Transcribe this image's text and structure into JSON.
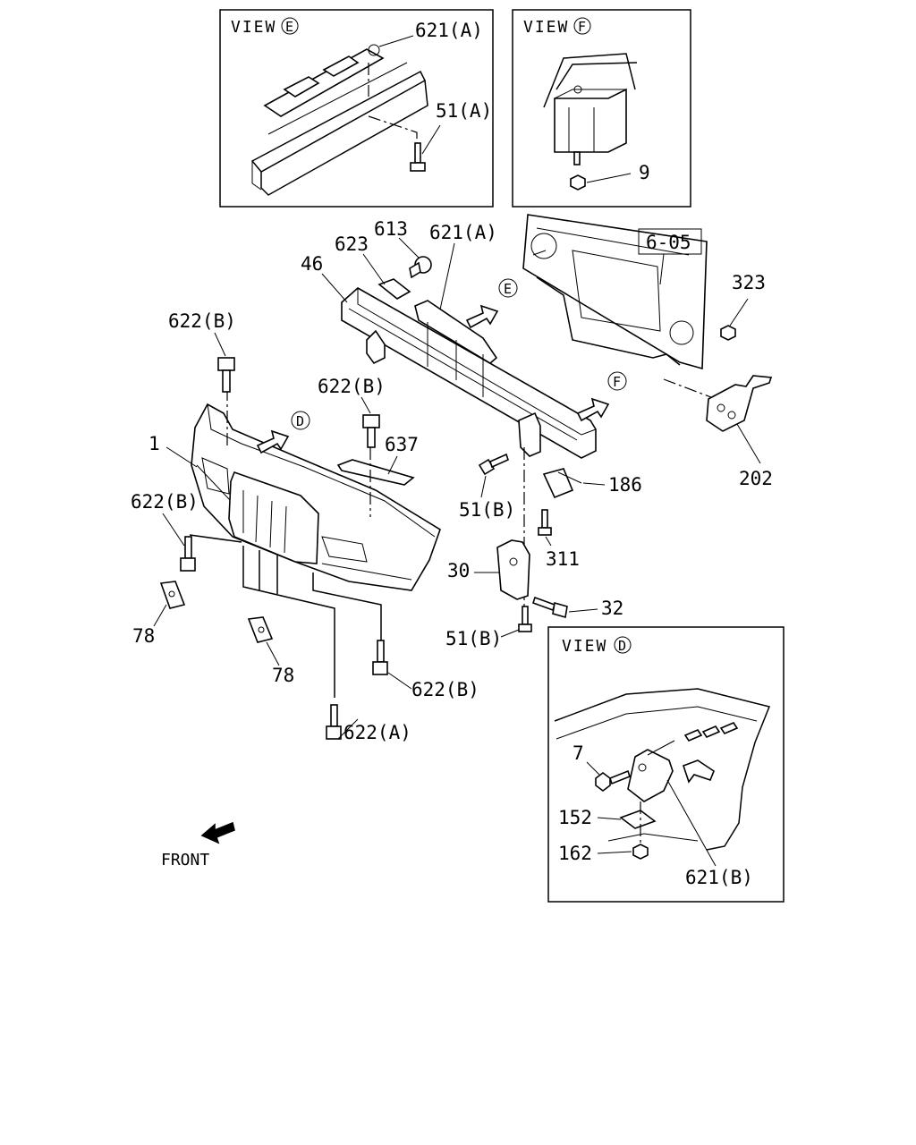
{
  "views": {
    "e": {
      "title": "VIEW",
      "marker": "E",
      "labels": [
        "621(A)",
        "51(A)"
      ]
    },
    "f": {
      "title": "VIEW",
      "marker": "F",
      "labels": [
        "9"
      ]
    },
    "d": {
      "title": "VIEW",
      "marker": "D",
      "labels": [
        "7",
        "152",
        "162",
        "621(B)"
      ]
    }
  },
  "callouts": {
    "c613": "613",
    "c621a": "621(A)",
    "c623": "623",
    "c46": "46",
    "c605": "6-05",
    "c323": "323",
    "c622b_1": "622(B)",
    "c622b_2": "622(B)",
    "c637": "637",
    "c1": "1",
    "c622b_3": "622(B)",
    "c186": "186",
    "c202": "202",
    "c51b_1": "51(B)",
    "c311": "311",
    "c30": "30",
    "c32": "32",
    "c51b_2": "51(B)",
    "c78_1": "78",
    "c78_2": "78",
    "c622b_4": "622(B)",
    "c622a": "622(A)"
  },
  "markers": {
    "e": "E",
    "f": "F",
    "d": "D"
  },
  "front_label": "FRONT"
}
